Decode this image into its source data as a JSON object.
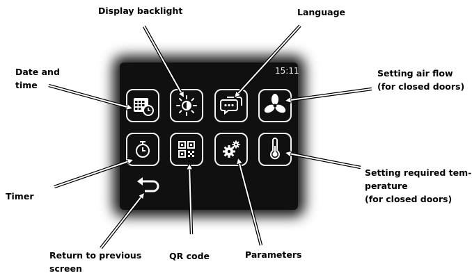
{
  "screen": {
    "time": "15:11"
  },
  "labels": {
    "date_time": [
      "Date and",
      "time"
    ],
    "backlight": [
      "Display backlight"
    ],
    "language": [
      "Language"
    ],
    "air_flow": [
      "Setting air flow",
      "(for closed doors)"
    ],
    "timer": [
      "Timer"
    ],
    "return": [
      "Return to previous",
      "screen"
    ],
    "qr": [
      "QR code"
    ],
    "parameters": [
      "Parameters"
    ],
    "temperature": [
      "Setting required tem-",
      "perature",
      "(for closed doors)"
    ]
  },
  "icons": {
    "date_time": "calendar-clock-icon",
    "backlight": "half-sun-icon",
    "language": "speech-bubbles-icon",
    "air_flow": "fan-icon",
    "timer": "stopwatch-icon",
    "qr": "qr-code-icon",
    "parameters": "gears-icon",
    "temperature": "thermometer-icon",
    "return": "return-arrow-icon"
  }
}
